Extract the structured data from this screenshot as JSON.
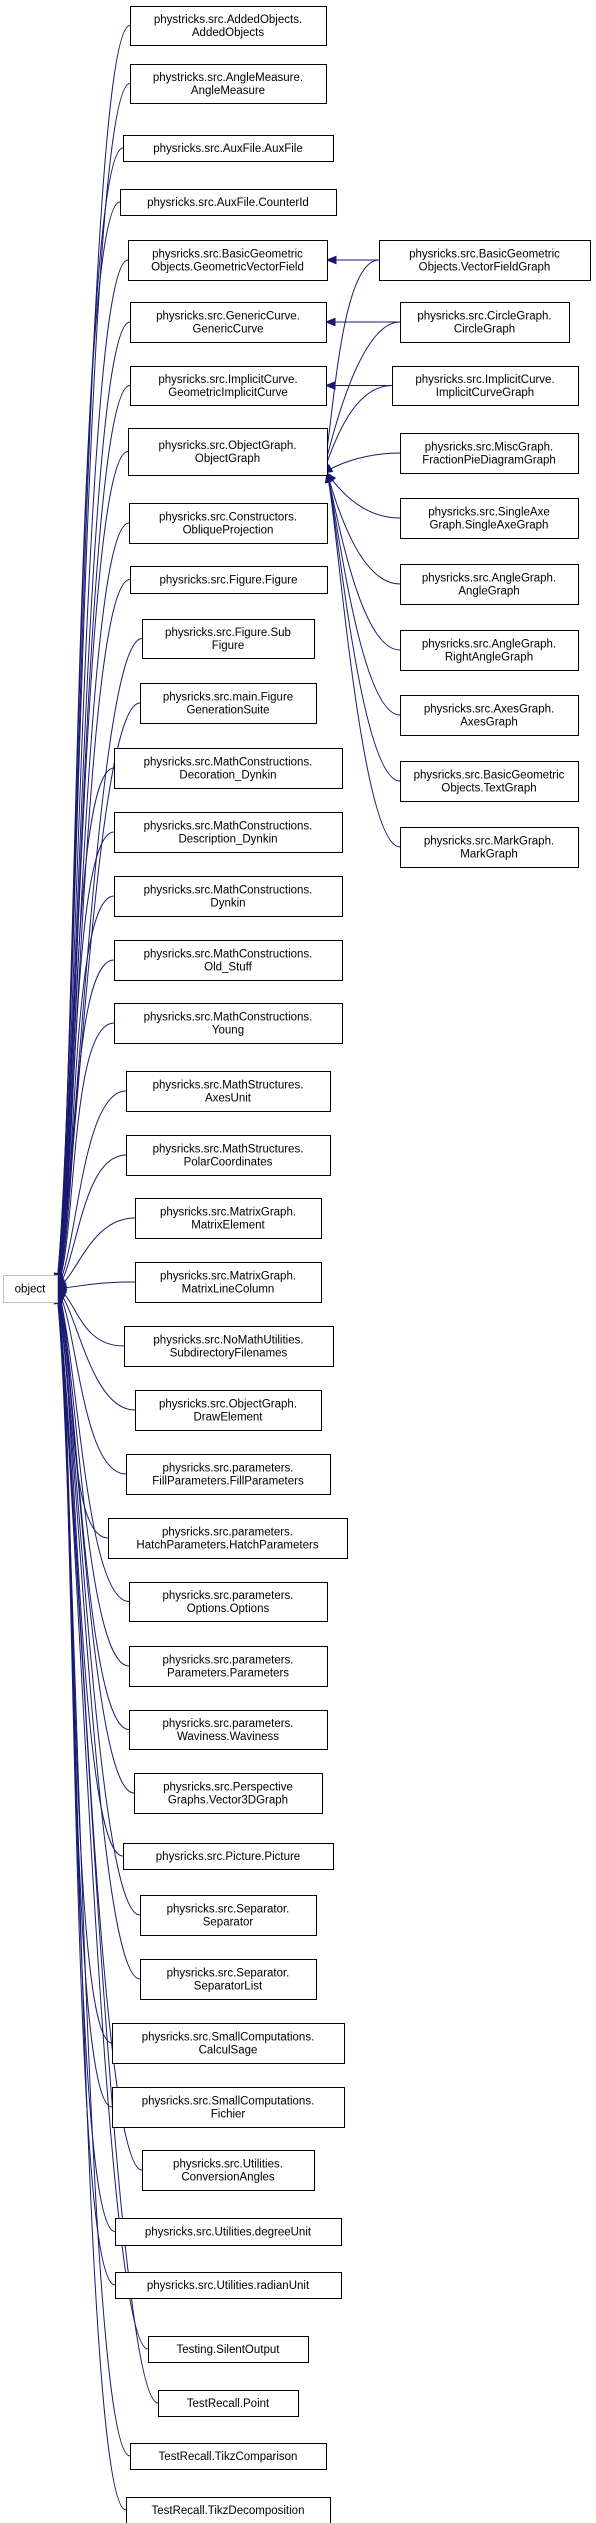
{
  "diagram": {
    "root": {
      "id": "object",
      "label": [
        "object"
      ]
    },
    "nodes": [
      {
        "id": "AddedObjects",
        "label": [
          "phystricks.src.AddedObjects.",
          "AddedObjects"
        ],
        "parent": "object"
      },
      {
        "id": "AngleMeasure",
        "label": [
          "phystricks.src.AngleMeasure.",
          "AngleMeasure"
        ],
        "parent": "object"
      },
      {
        "id": "AuxFile",
        "label": [
          "physricks.src.AuxFile.AuxFile"
        ],
        "parent": "object"
      },
      {
        "id": "CounterId",
        "label": [
          "physricks.src.AuxFile.CounterId"
        ],
        "parent": "object"
      },
      {
        "id": "GeometricVectorField",
        "label": [
          "physricks.src.BasicGeometric",
          "Objects.GeometricVectorField"
        ],
        "parent": "object"
      },
      {
        "id": "GenericCurve",
        "label": [
          "physricks.src.GenericCurve.",
          "GenericCurve"
        ],
        "parent": "object"
      },
      {
        "id": "GeometricImplicitCurve",
        "label": [
          "physricks.src.ImplicitCurve.",
          "GeometricImplicitCurve"
        ],
        "parent": "object"
      },
      {
        "id": "ObjectGraph",
        "label": [
          "physricks.src.ObjectGraph.",
          "ObjectGraph"
        ],
        "parent": "object"
      },
      {
        "id": "ObliqueProjection",
        "label": [
          "physricks.src.Constructors.",
          "ObliqueProjection"
        ],
        "parent": "object"
      },
      {
        "id": "Figure",
        "label": [
          "physricks.src.Figure.Figure"
        ],
        "parent": "object"
      },
      {
        "id": "SubFigure",
        "label": [
          "physricks.src.Figure.Sub",
          "Figure"
        ],
        "parent": "object"
      },
      {
        "id": "FigureGenerationSuite",
        "label": [
          "physricks.src.main.Figure",
          "GenerationSuite"
        ],
        "parent": "object"
      },
      {
        "id": "Decoration_Dynkin",
        "label": [
          "physricks.src.MathConstructions.",
          "Decoration_Dynkin"
        ],
        "parent": "object"
      },
      {
        "id": "Description_Dynkin",
        "label": [
          "physricks.src.MathConstructions.",
          "Description_Dynkin"
        ],
        "parent": "object"
      },
      {
        "id": "Dynkin",
        "label": [
          "physricks.src.MathConstructions.",
          "Dynkin"
        ],
        "parent": "object"
      },
      {
        "id": "Old_Stuff",
        "label": [
          "physricks.src.MathConstructions.",
          "Old_Stuff"
        ],
        "parent": "object"
      },
      {
        "id": "Young",
        "label": [
          "physricks.src.MathConstructions.",
          "Young"
        ],
        "parent": "object"
      },
      {
        "id": "AxesUnit",
        "label": [
          "physricks.src.MathStructures.",
          "AxesUnit"
        ],
        "parent": "object"
      },
      {
        "id": "PolarCoordinates",
        "label": [
          "physricks.src.MathStructures.",
          "PolarCoordinates"
        ],
        "parent": "object"
      },
      {
        "id": "MatrixElement",
        "label": [
          "physricks.src.MatrixGraph.",
          "MatrixElement"
        ],
        "parent": "object"
      },
      {
        "id": "MatrixLineColumn",
        "label": [
          "physricks.src.MatrixGraph.",
          "MatrixLineColumn"
        ],
        "parent": "object"
      },
      {
        "id": "SubdirectoryFilenames",
        "label": [
          "physricks.src.NoMathUtilities.",
          "SubdirectoryFilenames"
        ],
        "parent": "object"
      },
      {
        "id": "DrawElement",
        "label": [
          "physricks.src.ObjectGraph.",
          "DrawElement"
        ],
        "parent": "object"
      },
      {
        "id": "FillParameters",
        "label": [
          "physricks.src.parameters.",
          "FillParameters.FillParameters"
        ],
        "parent": "object"
      },
      {
        "id": "HatchParameters",
        "label": [
          "physricks.src.parameters.",
          "HatchParameters.HatchParameters"
        ],
        "parent": "object"
      },
      {
        "id": "Options",
        "label": [
          "physricks.src.parameters.",
          "Options.Options"
        ],
        "parent": "object"
      },
      {
        "id": "Parameters",
        "label": [
          "physricks.src.parameters.",
          "Parameters.Parameters"
        ],
        "parent": "object"
      },
      {
        "id": "Waviness",
        "label": [
          "physricks.src.parameters.",
          "Waviness.Waviness"
        ],
        "parent": "object"
      },
      {
        "id": "Vector3DGraph",
        "label": [
          "physricks.src.Perspective",
          "Graphs.Vector3DGraph"
        ],
        "parent": "object"
      },
      {
        "id": "Picture",
        "label": [
          "physricks.src.Picture.Picture"
        ],
        "parent": "object"
      },
      {
        "id": "Separator",
        "label": [
          "physricks.src.Separator.",
          "Separator"
        ],
        "parent": "object"
      },
      {
        "id": "SeparatorList",
        "label": [
          "physricks.src.Separator.",
          "SeparatorList"
        ],
        "parent": "object"
      },
      {
        "id": "CalculSage",
        "label": [
          "physricks.src.SmallComputations.",
          "CalculSage"
        ],
        "parent": "object"
      },
      {
        "id": "Fichier",
        "label": [
          "physricks.src.SmallComputations.",
          "Fichier"
        ],
        "parent": "object"
      },
      {
        "id": "ConversionAngles",
        "label": [
          "physricks.src.Utilities.",
          "ConversionAngles"
        ],
        "parent": "object"
      },
      {
        "id": "degreeUnit",
        "label": [
          "physricks.src.Utilities.degreeUnit"
        ],
        "parent": "object"
      },
      {
        "id": "radianUnit",
        "label": [
          "physricks.src.Utilities.radianUnit"
        ],
        "parent": "object"
      },
      {
        "id": "SilentOutput",
        "label": [
          "Testing.SilentOutput"
        ],
        "parent": "object"
      },
      {
        "id": "Point",
        "label": [
          "TestRecall.Point"
        ],
        "parent": "object"
      },
      {
        "id": "TikzComparison",
        "label": [
          "TestRecall.TikzComparison"
        ],
        "parent": "object"
      },
      {
        "id": "TikzDecomposition",
        "label": [
          "TestRecall.TikzDecomposition"
        ],
        "parent": "object"
      },
      {
        "id": "VectorFieldGraph",
        "label": [
          "physricks.src.BasicGeometric",
          "Objects.VectorFieldGraph"
        ],
        "parent": "GeometricVectorField"
      },
      {
        "id": "CircleGraph",
        "label": [
          "physricks.src.CircleGraph.",
          "CircleGraph"
        ],
        "parent": "GenericCurve"
      },
      {
        "id": "ImplicitCurveGraph",
        "label": [
          "physricks.src.ImplicitCurve.",
          "ImplicitCurveGraph"
        ],
        "parent": "GeometricImplicitCurve"
      },
      {
        "id": "FractionPieDiagramGraph",
        "label": [
          "physricks.src.MiscGraph.",
          "FractionPieDiagramGraph"
        ],
        "parent": "ObjectGraph"
      },
      {
        "id": "SingleAxeGraph",
        "label": [
          "physricks.src.SingleAxe",
          "Graph.SingleAxeGraph"
        ],
        "parent": "ObjectGraph"
      },
      {
        "id": "AngleGraph",
        "label": [
          "physricks.src.AngleGraph.",
          "AngleGraph"
        ],
        "parent": "ObjectGraph"
      },
      {
        "id": "RightAngleGraph",
        "label": [
          "physricks.src.AngleGraph.",
          "RightAngleGraph"
        ],
        "parent": "ObjectGraph"
      },
      {
        "id": "AxesGraph",
        "label": [
          "physricks.src.AxesGraph.",
          "AxesGraph"
        ],
        "parent": "ObjectGraph"
      },
      {
        "id": "TextGraph",
        "label": [
          "physricks.src.BasicGeometric",
          "Objects.TextGraph"
        ],
        "parent": "ObjectGraph"
      },
      {
        "id": "MarkGraph",
        "label": [
          "physricks.src.MarkGraph.",
          "MarkGraph"
        ],
        "parent": "ObjectGraph"
      }
    ],
    "extra_edges": [
      {
        "from": "VectorFieldGraph",
        "to": "ObjectGraph"
      },
      {
        "from": "CircleGraph",
        "to": "ObjectGraph"
      },
      {
        "from": "ImplicitCurveGraph",
        "to": "ObjectGraph"
      }
    ]
  }
}
